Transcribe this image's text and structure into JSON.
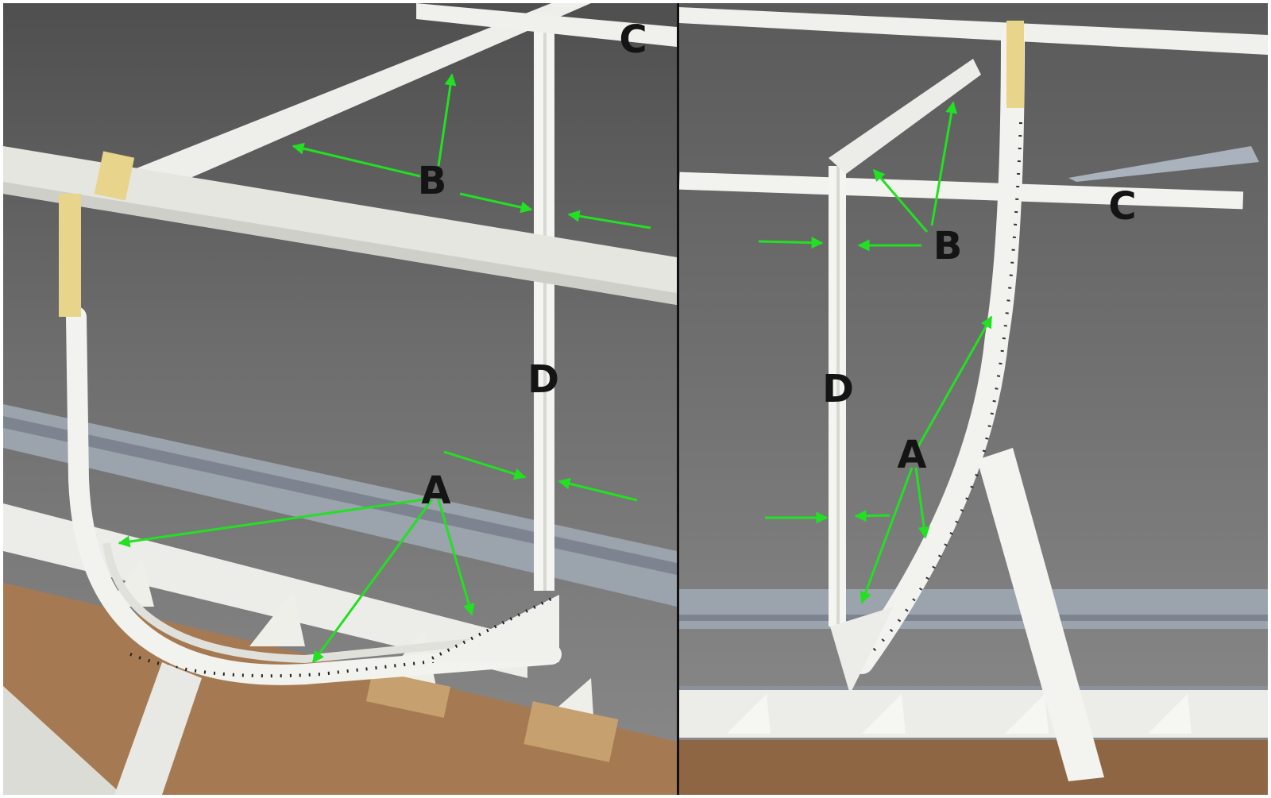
{
  "photo_left": {
    "labels": {
      "a": "A",
      "b": "B",
      "c": "C",
      "d": "D"
    }
  },
  "photo_right": {
    "labels": {
      "a": "A",
      "b": "B",
      "c": "C",
      "d": "D"
    }
  },
  "colors": {
    "arrow": "#22e022",
    "background": "#6a6a6a",
    "frame": "#111111",
    "plastic": "#f2f2ee",
    "grey_beam": "#9aa1ab",
    "wood": "#a57a52",
    "tape": "#e8d48a"
  }
}
